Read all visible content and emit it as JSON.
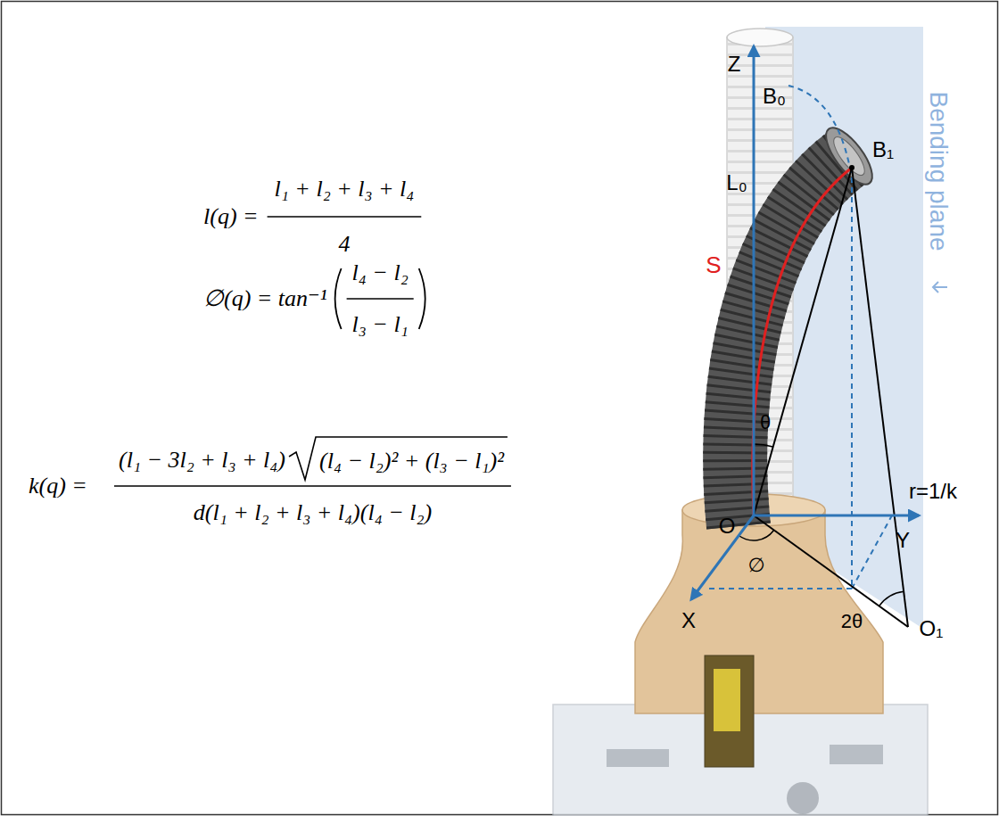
{
  "diagram": {
    "labels": [
      "l(q) =",
      "l₁ + l₂ + l₃ + l₄",
      "4",
      "∅(q) = tan⁻¹",
      "l₄ − l₂",
      "l₃ − l₁",
      "k(q) =",
      "(l₁ − 3l₂ + l₃ + l₄)",
      "(l₄ − l₂)² + (l₃ − l₁)²",
      "d(l₁ + l₂ + l₃ + l₄)(l₄ − l₂)",
      "Z",
      "B₀",
      "B₁",
      "L₀",
      "S",
      "θ",
      "r=1/k",
      "Bending plane",
      "O",
      "Y",
      "X",
      "∅",
      "2θ",
      "O₁"
    ]
  }
}
